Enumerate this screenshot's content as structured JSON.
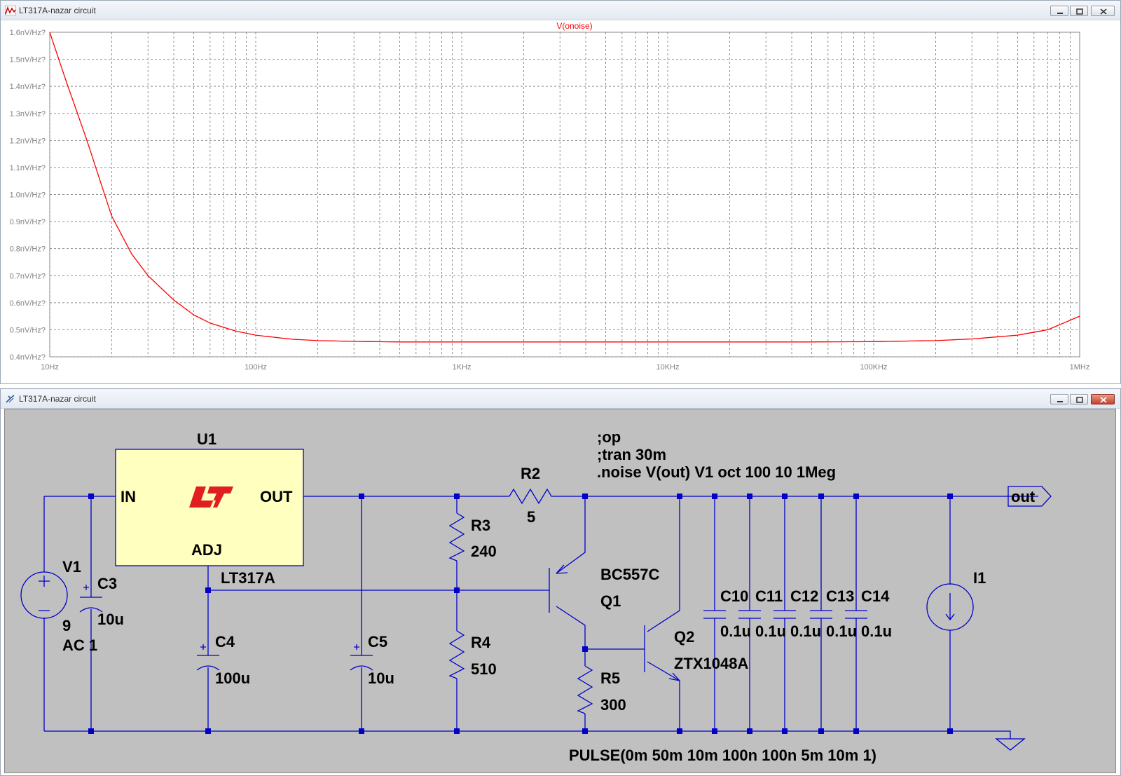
{
  "windows": {
    "plot": {
      "title": "LT317A-nazar circuit"
    },
    "schematic": {
      "title": "LT317A-nazar circuit"
    }
  },
  "chart_data": {
    "type": "line",
    "title": "V(onoise)",
    "x_scale": "log",
    "xlim": [
      10,
      1000000
    ],
    "ylim": [
      0.4,
      1.6
    ],
    "x_ticks": [
      {
        "v": 10,
        "label": "10Hz"
      },
      {
        "v": 100,
        "label": "100Hz"
      },
      {
        "v": 1000,
        "label": "1KHz"
      },
      {
        "v": 10000,
        "label": "10KHz"
      },
      {
        "v": 100000,
        "label": "100KHz"
      },
      {
        "v": 1000000,
        "label": "1MHz"
      }
    ],
    "y_ticks": [
      {
        "v": 1.6,
        "label": "1.6nV/Hz?"
      },
      {
        "v": 1.5,
        "label": "1.5nV/Hz?"
      },
      {
        "v": 1.4,
        "label": "1.4nV/Hz?"
      },
      {
        "v": 1.3,
        "label": "1.3nV/Hz?"
      },
      {
        "v": 1.2,
        "label": "1.2nV/Hz?"
      },
      {
        "v": 1.1,
        "label": "1.1nV/Hz?"
      },
      {
        "v": 1.0,
        "label": "1.0nV/Hz?"
      },
      {
        "v": 0.9,
        "label": "0.9nV/Hz?"
      },
      {
        "v": 0.8,
        "label": "0.8nV/Hz?"
      },
      {
        "v": 0.7,
        "label": "0.7nV/Hz?"
      },
      {
        "v": 0.6,
        "label": "0.6nV/Hz?"
      },
      {
        "v": 0.5,
        "label": "0.5nV/Hz?"
      },
      {
        "v": 0.4,
        "label": "0.4nV/Hz?"
      }
    ],
    "grid": true,
    "series": [
      {
        "name": "V(onoise)",
        "color": "#ff0000",
        "points": [
          [
            10,
            1.6
          ],
          [
            12,
            1.42
          ],
          [
            15,
            1.21
          ],
          [
            20,
            0.92
          ],
          [
            25,
            0.78
          ],
          [
            30,
            0.7
          ],
          [
            40,
            0.61
          ],
          [
            50,
            0.555
          ],
          [
            60,
            0.525
          ],
          [
            80,
            0.495
          ],
          [
            100,
            0.48
          ],
          [
            150,
            0.465
          ],
          [
            200,
            0.46
          ],
          [
            300,
            0.457
          ],
          [
            500,
            0.455
          ],
          [
            1000,
            0.455
          ],
          [
            10000,
            0.455
          ],
          [
            50000,
            0.455
          ],
          [
            100000,
            0.456
          ],
          [
            200000,
            0.46
          ],
          [
            300000,
            0.466
          ],
          [
            500000,
            0.48
          ],
          [
            700000,
            0.5
          ],
          [
            1000000,
            0.55
          ]
        ]
      }
    ]
  },
  "schematic": {
    "u1": {
      "ref": "U1",
      "in": "IN",
      "out": "OUT",
      "adj": "ADJ",
      "part": "LT317A",
      "logo": "LT"
    },
    "v1": {
      "ref": "V1",
      "value": "9",
      "ac": "AC 1"
    },
    "c3": {
      "ref": "C3",
      "value": "10u"
    },
    "c4": {
      "ref": "C4",
      "value": "100u"
    },
    "c5": {
      "ref": "C5",
      "value": "10u"
    },
    "r2": {
      "ref": "R2",
      "value": "5"
    },
    "r3": {
      "ref": "R3",
      "value": "240"
    },
    "r4": {
      "ref": "R4",
      "value": "510"
    },
    "r5": {
      "ref": "R5",
      "value": "300"
    },
    "q1": {
      "ref": "Q1",
      "part": "BC557C"
    },
    "q2": {
      "ref": "Q2",
      "part": "ZTX1048A"
    },
    "c10": {
      "ref": "C10",
      "value": "0.1u"
    },
    "c11": {
      "ref": "C11",
      "value": "0.1u"
    },
    "c12": {
      "ref": "C12",
      "value": "0.1u"
    },
    "c13": {
      "ref": "C13",
      "value": "0.1u"
    },
    "c14": {
      "ref": "C14",
      "value": "0.1u"
    },
    "i1": {
      "ref": "I1",
      "value": "PULSE(0m 50m 10m 100n 100n 5m 10m 1)"
    },
    "out_label": "out",
    "directives": [
      ";op",
      ";tran 30m",
      ".noise V(out) V1 oct 100 10 1Meg"
    ]
  }
}
